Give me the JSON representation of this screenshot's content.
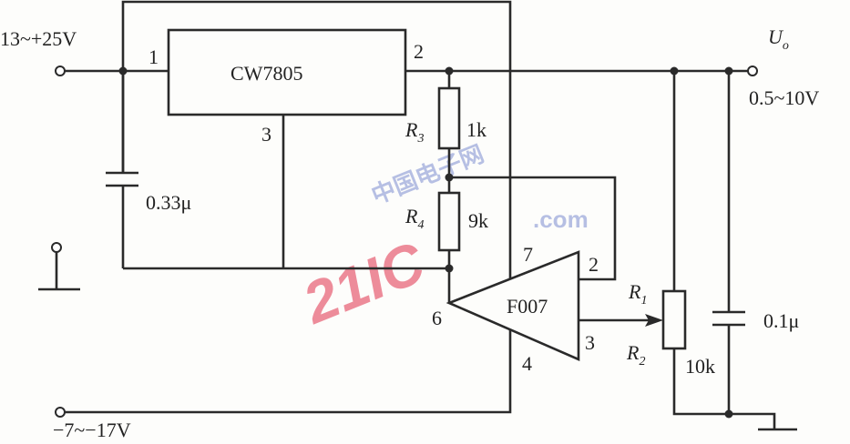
{
  "input": {
    "positive_supply": "13~+25V",
    "negative_supply": "−7~−17V"
  },
  "regulator": {
    "name": "CW7805",
    "pin1": "1",
    "pin2": "2",
    "pin3": "3"
  },
  "capacitors": {
    "c_in": "0.33μ",
    "c_out": "0.1μ"
  },
  "resistors": {
    "r3": {
      "label": "R",
      "sub": "3",
      "value": "1k"
    },
    "r4": {
      "label": "R",
      "sub": "4",
      "value": "9k"
    },
    "r1": {
      "label": "R",
      "sub": "1"
    },
    "r2": {
      "label": "R",
      "sub": "2"
    },
    "pot_value": "10k"
  },
  "opamp": {
    "name": "F007",
    "pin7": "7",
    "pin2": "2",
    "pin6": "6",
    "pin3": "3",
    "pin4": "4"
  },
  "output": {
    "label": "U",
    "sub": "o",
    "range": "0.5~10V"
  },
  "watermark": {
    "logo": "21IC",
    "cn": "中国电子网",
    "domain": ".com"
  }
}
